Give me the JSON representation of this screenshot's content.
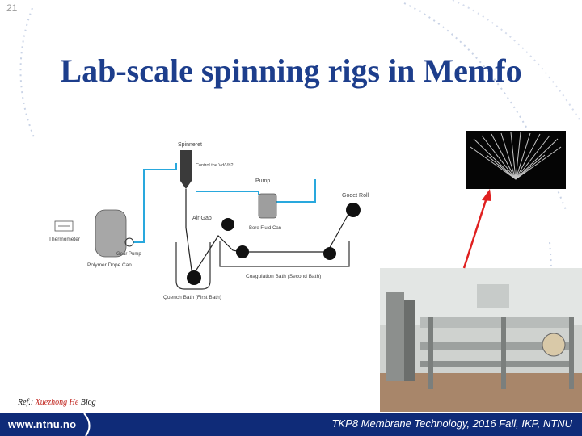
{
  "slide": {
    "number": "21",
    "title": "Lab-scale spinning rigs in Memfo"
  },
  "reference": {
    "prefix": "Ref.: ",
    "author": "Xuezhong He",
    "suffix": " Blog"
  },
  "footer": {
    "url": "www.ntnu.no",
    "course": "TKP8 Membrane Technology, 2016 Fall, IKP, NTNU"
  },
  "diagram": {
    "spinneret": "Spinneret",
    "control_ratio": "Control the Vd/Vb?",
    "pump": "Pump",
    "bore_fluid_can": "Bore Fluid Can",
    "godet_roll": "Godet Roll",
    "air_gap": "Air\nGap",
    "thermometer": "Thermometer",
    "gear_pump": "Gear Pump",
    "polymer_dope_can": "Polymer Dope Can",
    "coagulation_bath": "Coagulation Bath (Second Bath)",
    "quench_bath": "Quench Bath (First Bath)"
  },
  "colors": {
    "title": "#1d3e8c",
    "footer_bg": "#0f2b78",
    "arrow": "#e02020",
    "pipe": "#29a8dd"
  }
}
